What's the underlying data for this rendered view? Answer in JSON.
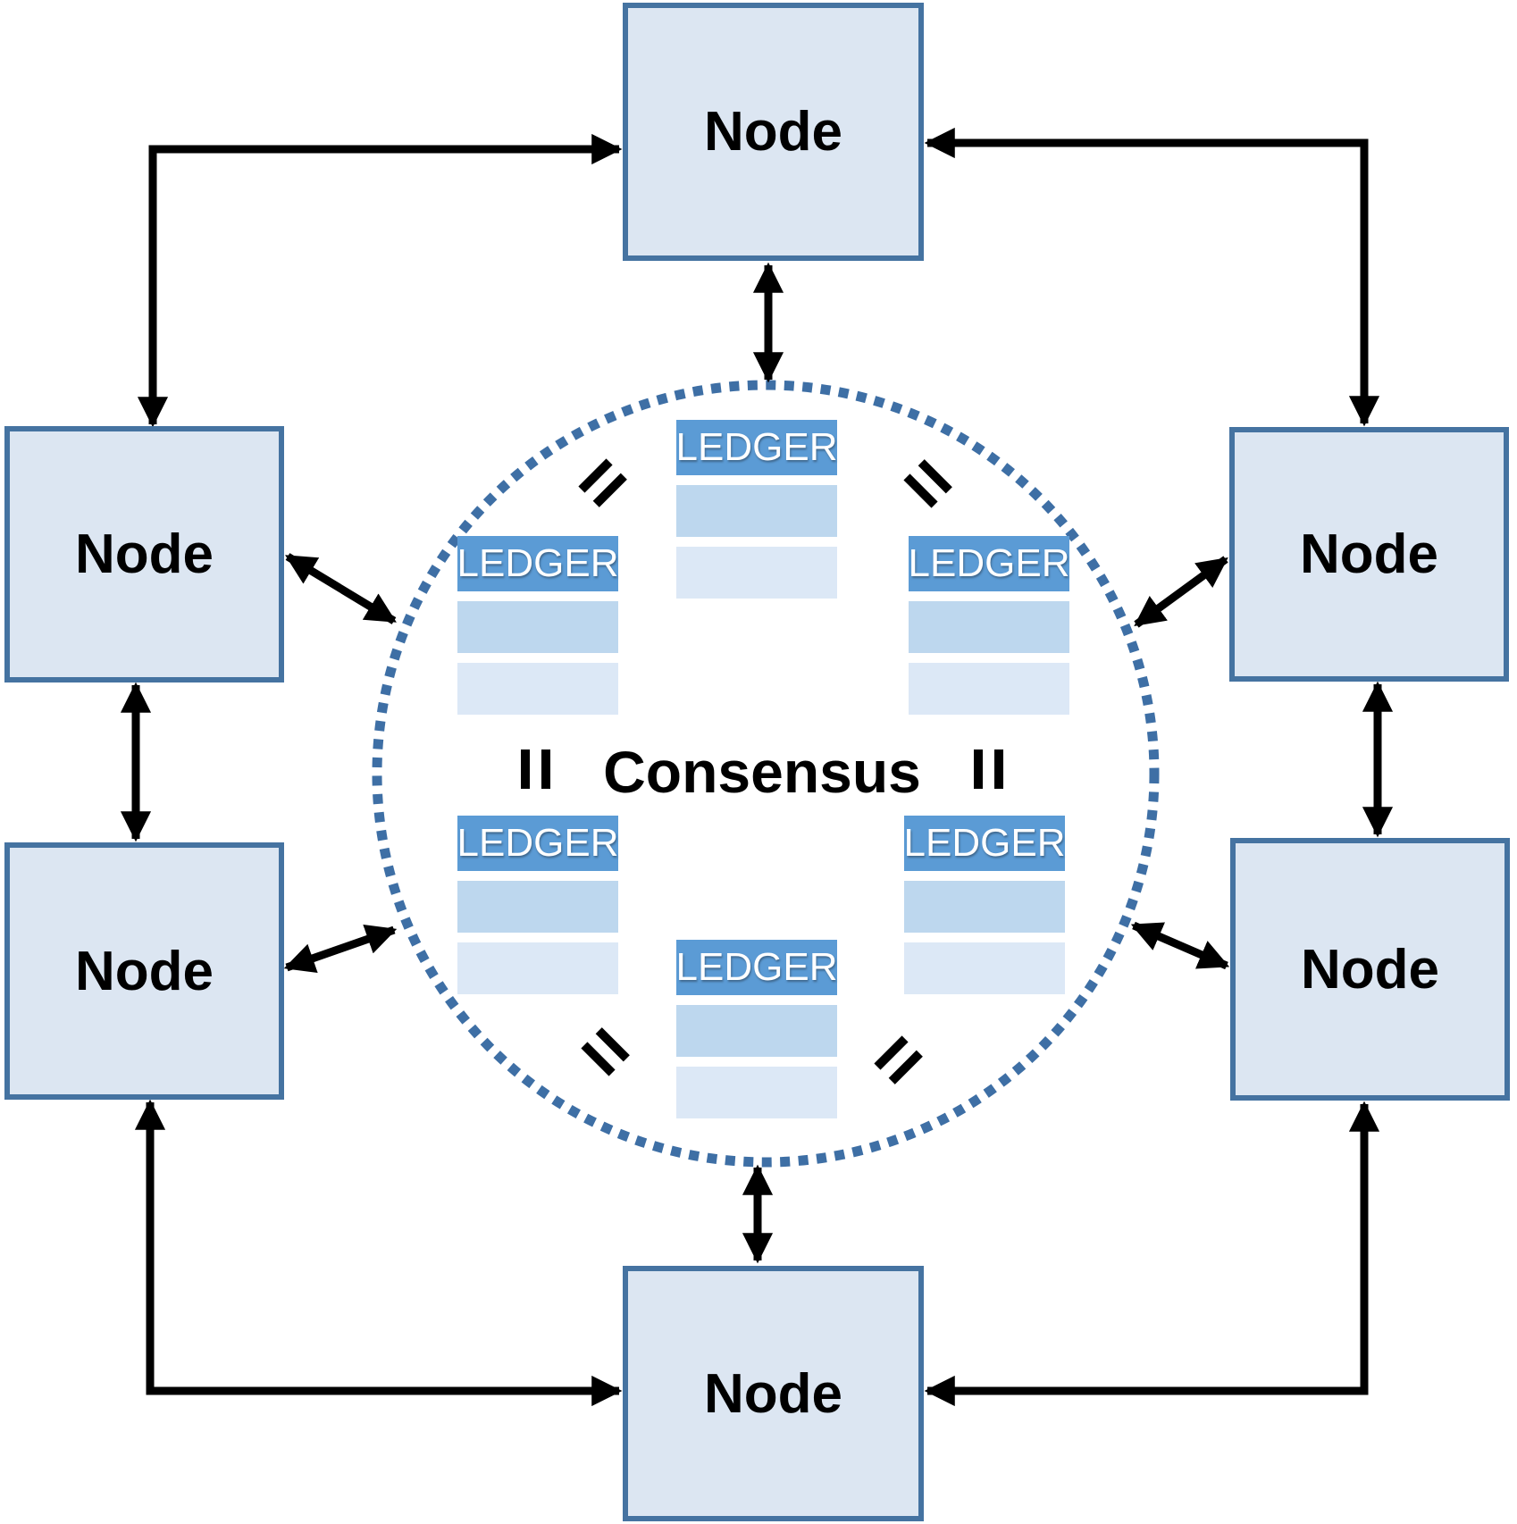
{
  "diagram": {
    "type": "peer-to-peer distributed ledger network",
    "center_label": "Consensus",
    "nodes": [
      {
        "id": "top",
        "label": "Node"
      },
      {
        "id": "upper-left",
        "label": "Node"
      },
      {
        "id": "upper-right",
        "label": "Node"
      },
      {
        "id": "lower-left",
        "label": "Node"
      },
      {
        "id": "lower-right",
        "label": "Node"
      },
      {
        "id": "bottom",
        "label": "Node"
      }
    ],
    "ledgers": [
      {
        "id": "top",
        "header": "LEDGER",
        "data_rows": 2
      },
      {
        "id": "upper-left",
        "header": "LEDGER",
        "data_rows": 2
      },
      {
        "id": "upper-right",
        "header": "LEDGER",
        "data_rows": 2
      },
      {
        "id": "lower-left",
        "header": "LEDGER",
        "data_rows": 2
      },
      {
        "id": "lower-right",
        "header": "LEDGER",
        "data_rows": 2
      },
      {
        "id": "bottom-center",
        "header": "LEDGER",
        "data_rows": 2
      }
    ],
    "equals_marks": [
      {
        "id": "top-left",
        "symbol": "="
      },
      {
        "id": "top-right",
        "symbol": "="
      },
      {
        "id": "middle-left",
        "symbol": "="
      },
      {
        "id": "middle-right",
        "symbol": "="
      },
      {
        "id": "bottom-left",
        "symbol": "="
      },
      {
        "id": "bottom-right",
        "symbol": "="
      }
    ],
    "connections": {
      "outer_ring": "each corner node linked to adjacent top/bottom node and to its vertical neighbor with double-headed arrows",
      "node_to_circle": "every node has a double-headed arrow to the dotted consensus circle"
    },
    "colors": {
      "node_fill": "#dce6f2",
      "node_border": "#4573a1",
      "ledger_header": "#5b9bd5",
      "ledger_row_light": "#bdd7ee",
      "ledger_row_lighter": "#dce8f6",
      "ledger_text": "#ffffff",
      "circle_dots": "#3e6fa5",
      "arrows": "#000000",
      "text": "#000000",
      "background": "#ffffff"
    }
  }
}
